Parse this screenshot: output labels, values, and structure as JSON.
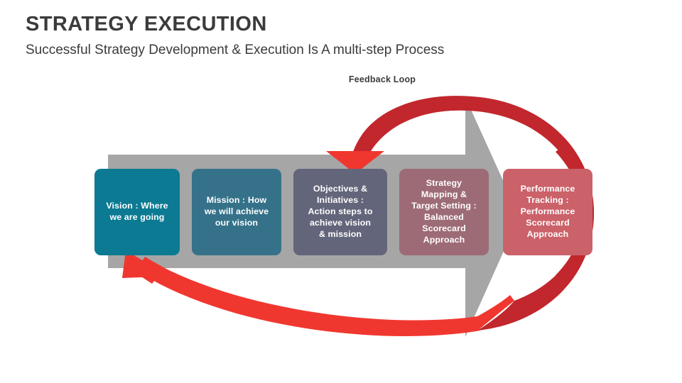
{
  "slide": {
    "title": "STRATEGY EXECUTION",
    "subtitle": "Successful Strategy Development & Execution Is A multi-step Process",
    "background_color": "#ffffff",
    "title_color": "#3b3b3b"
  },
  "diagram": {
    "type": "process-flow-with-feedback-loop",
    "feedback_label": "Feedback Loop",
    "process_arrow": {
      "name": "gray-process-arrow",
      "color": "#a6a6a6",
      "direction": "right"
    },
    "feedback_loop": {
      "name": "red-feedback-loop",
      "top_color": "#c1272d",
      "bottom_color": "#f0372f",
      "top_arrow_target": "Objectives & Initiatives",
      "bottom_arrow_target": "Vision"
    },
    "steps": [
      {
        "id": "vision",
        "label": "Vision : Where\nwe are going",
        "color": "#0b7a92",
        "text_color": "#ffffff"
      },
      {
        "id": "mission",
        "label": "Mission : How\nwe will achieve\nour vision",
        "color": "#35728a",
        "text_color": "#ffffff"
      },
      {
        "id": "objectives",
        "label": "Objectives &\nInitiatives :\nAction steps to\nachieve vision\n& mission",
        "color": "#63657a",
        "text_color": "#ffffff"
      },
      {
        "id": "strategy-mapping",
        "label": "Strategy\nMapping &\nTarget Setting :\nBalanced\nScorecard\nApproach",
        "color": "#9d6b76",
        "text_color": "#ffffff"
      },
      {
        "id": "performance-tracking",
        "label": "Performance\nTracking :\nPerformance\nScorecard\nApproach",
        "color": "#cb6169",
        "text_color": "#ffffff"
      }
    ]
  }
}
